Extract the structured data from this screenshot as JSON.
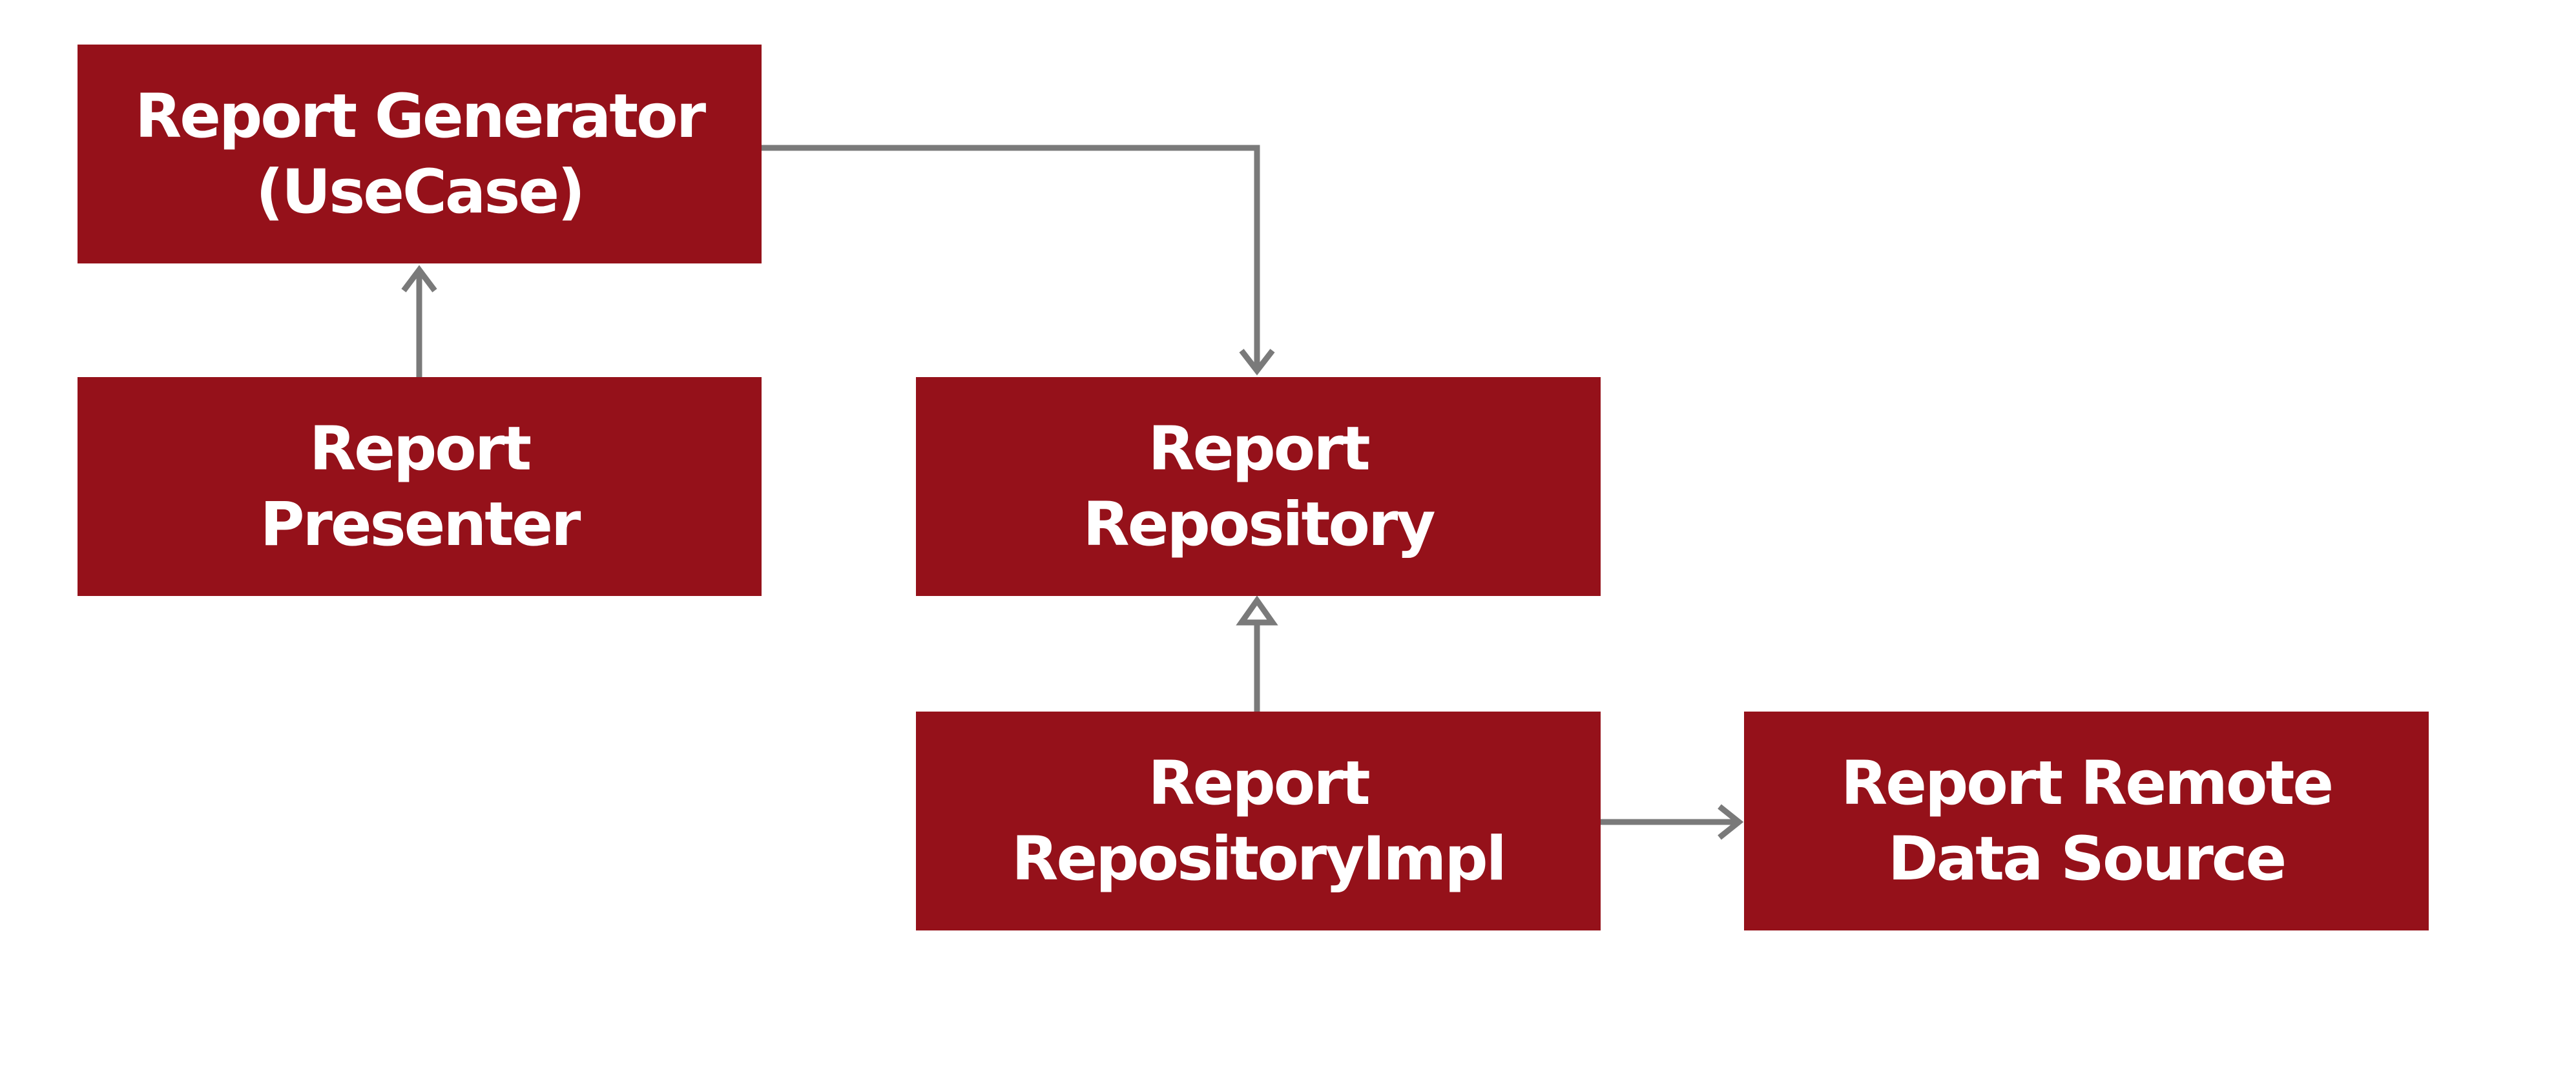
{
  "colors": {
    "box_fill": "#95111a",
    "box_text": "#ffffff",
    "connector": "#7a7a7a"
  },
  "nodes": {
    "generator": {
      "line1": "Report Generator",
      "line2": "(UseCase)"
    },
    "presenter": {
      "line1": "Report",
      "line2": "Presenter"
    },
    "repository": {
      "line1": "Report",
      "line2": "Repository"
    },
    "impl": {
      "line1": "Report",
      "line2": "RepositoryImpl"
    },
    "remote": {
      "line1": "Report Remote",
      "line2": "Data Source"
    }
  },
  "edges": [
    {
      "from": "presenter",
      "to": "generator",
      "style": "open-arrow"
    },
    {
      "from": "generator",
      "to": "repository",
      "style": "open-arrow"
    },
    {
      "from": "impl",
      "to": "repository",
      "style": "hollow-triangle"
    },
    {
      "from": "impl",
      "to": "remote",
      "style": "open-arrow"
    }
  ]
}
